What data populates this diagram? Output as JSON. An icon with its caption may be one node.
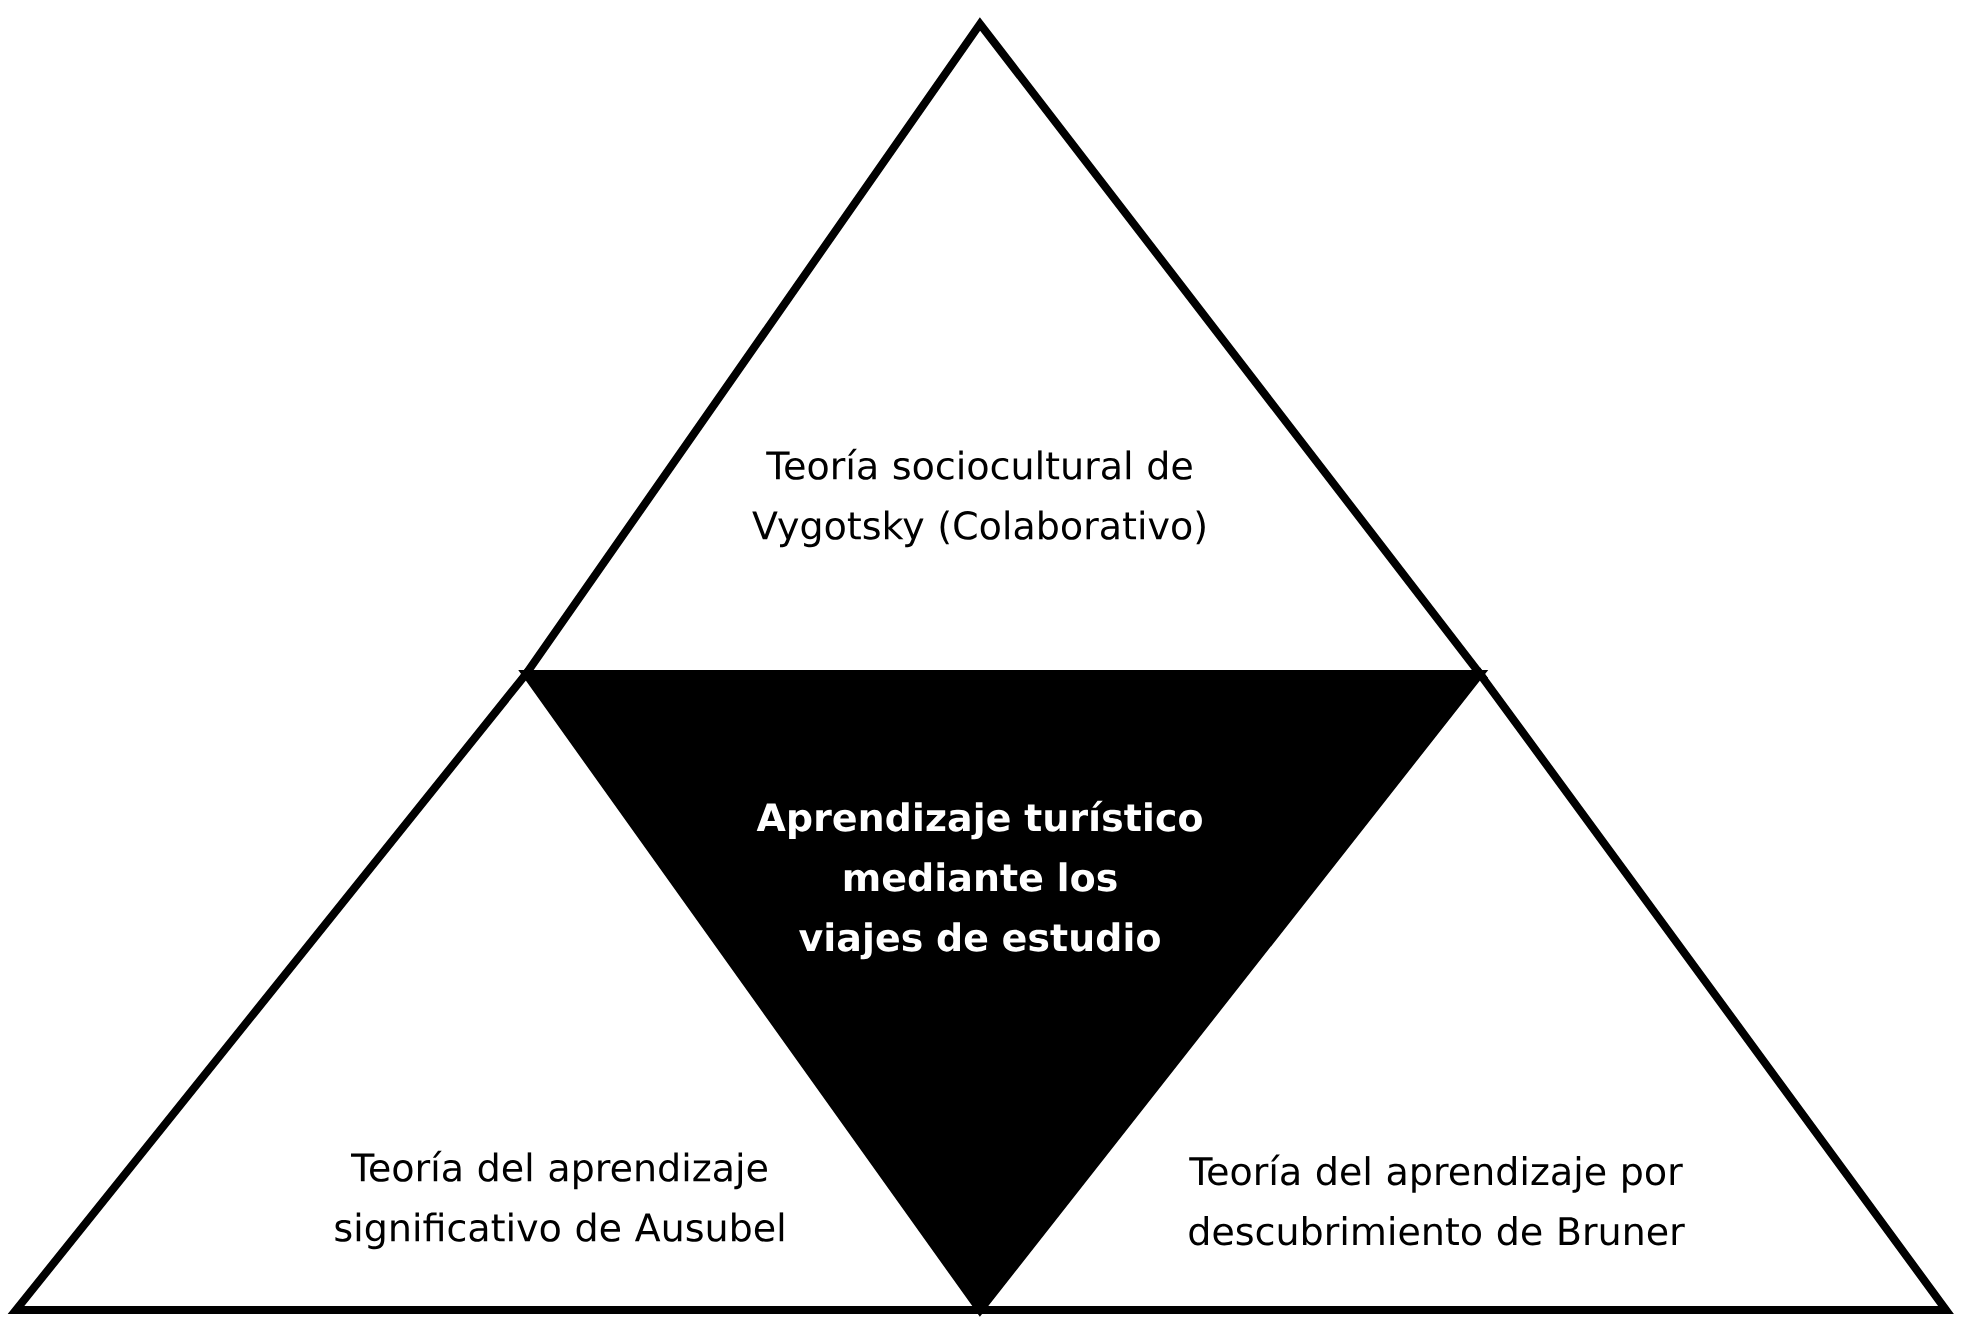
{
  "diagram": {
    "nodes": [
      {
        "text": [
          "Teoría sociocultural de Vygotsky (Colaborativo)"
        ]
      },
      {
        "text": [
          "Aprendizaje turístico mediante los viajes de estudio"
        ]
      },
      {
        "text": [
          "Teoría del aprendizaje significativo de Ausubel"
        ]
      },
      {
        "text": [
          "Teoría del aprendizaje por descubrimiento de Bruner"
        ]
      }
    ]
  }
}
